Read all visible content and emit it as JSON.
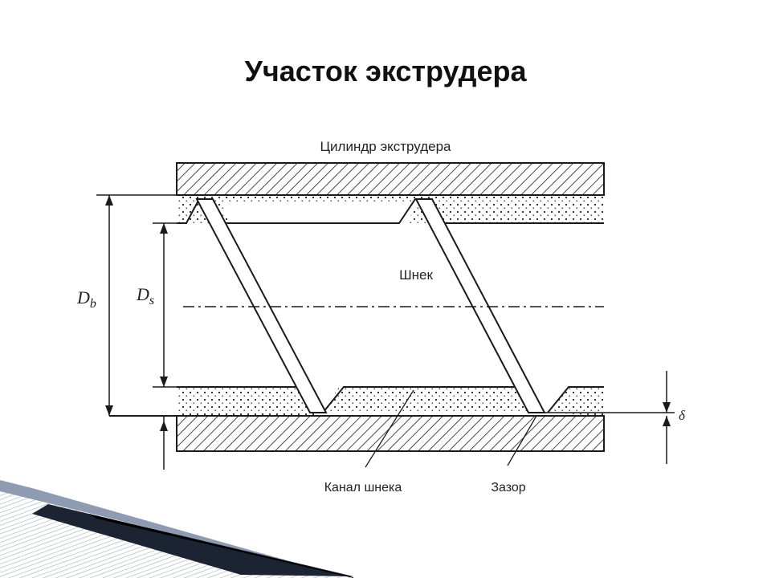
{
  "slide": {
    "title": "Участок экструдера"
  },
  "diagram": {
    "barrel_label": "Цилиндр экструдера",
    "screw_label": "Шнек",
    "channel_label": "Канал шнека",
    "gap_label": "Зазор",
    "db_label": "D",
    "db_sub": "b",
    "ds_label": "D",
    "ds_sub": "s",
    "delta_label": "δ"
  },
  "colors": {
    "line": "#1a1a1a",
    "dots": "#333333",
    "hatch": "#1a1a1a",
    "accent_stripe": "#2a3a5a"
  }
}
